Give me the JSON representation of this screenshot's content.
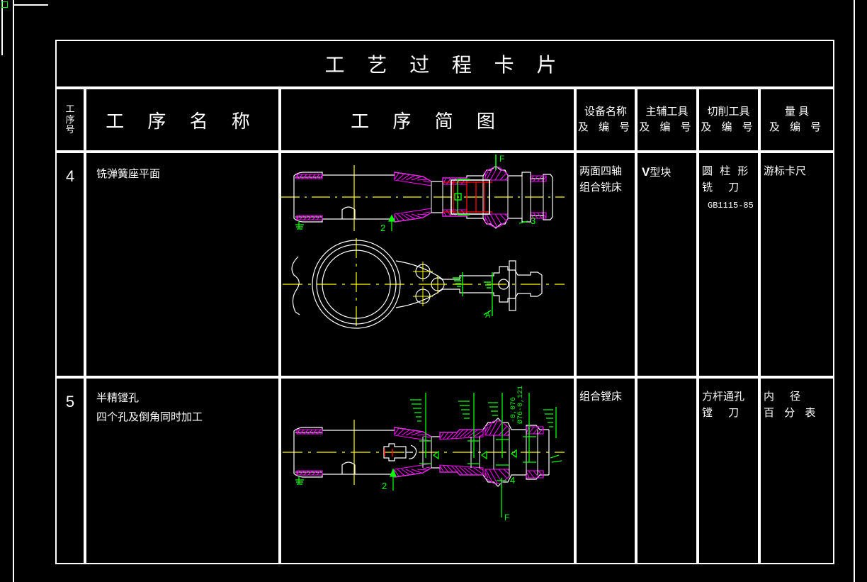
{
  "document": {
    "title": "工 艺 过 程 卡 片",
    "title_plain": "工艺过程卡片"
  },
  "table": {
    "headers": {
      "op_number": "工序号",
      "op_number_chars": [
        "工",
        "序",
        "号"
      ],
      "op_name": "工 序 名 称",
      "op_diagram": "工 序 简 图",
      "equipment": {
        "line1": "设备名称",
        "line2": "及 编 号"
      },
      "main_tools": {
        "line1": "主辅工具",
        "line2": "及 编 号"
      },
      "cutting_tools": {
        "line1": "切削工具",
        "line2": "及 编 号"
      },
      "measuring_tools": {
        "line1": "量      具",
        "line2": "及 编 号"
      }
    },
    "rows": [
      {
        "number": "4",
        "name_lines": [
          "铣弹簧座平面"
        ],
        "equipment": {
          "line1": "两面四轴",
          "line2": "组合铣床"
        },
        "main_tools": {
          "prefix": "V",
          "text": "型块"
        },
        "cutting_tools": {
          "line1": "圆 柱 形",
          "line2": "铣      刀",
          "code": "GB1115-85"
        },
        "measuring_tools": {
          "line1": "游标卡尺",
          "line2": ""
        },
        "diagram_labels": {
          "section_mark_top": "F",
          "datum_2": "2",
          "datum_3": "3",
          "datum_a": "A"
        }
      },
      {
        "number": "5",
        "name_lines": [
          "半精镗孔",
          "四个孔及倒角同时加工"
        ],
        "equipment": {
          "line1": "组合镗床",
          "line2": ""
        },
        "main_tools": {
          "prefix": "",
          "text": ""
        },
        "cutting_tools": {
          "line1": "方杆通孔",
          "line2": "镗      刀",
          "code": ""
        },
        "measuring_tools": {
          "line1": "内      径",
          "line2": "百 分 表"
        },
        "diagram_labels": {
          "dimension_1": "Ø76-0,121",
          "dimension_2": "-0,076",
          "datum_2": "2",
          "datum_4": "4",
          "section_mark_bottom": "F"
        }
      }
    ]
  },
  "colors": {
    "background": "#000000",
    "line": "#ffffff",
    "centerline": "#ffff00",
    "hatch": "#ff00ff",
    "annotation": "#00ff00",
    "highlight": "#ff0000"
  }
}
